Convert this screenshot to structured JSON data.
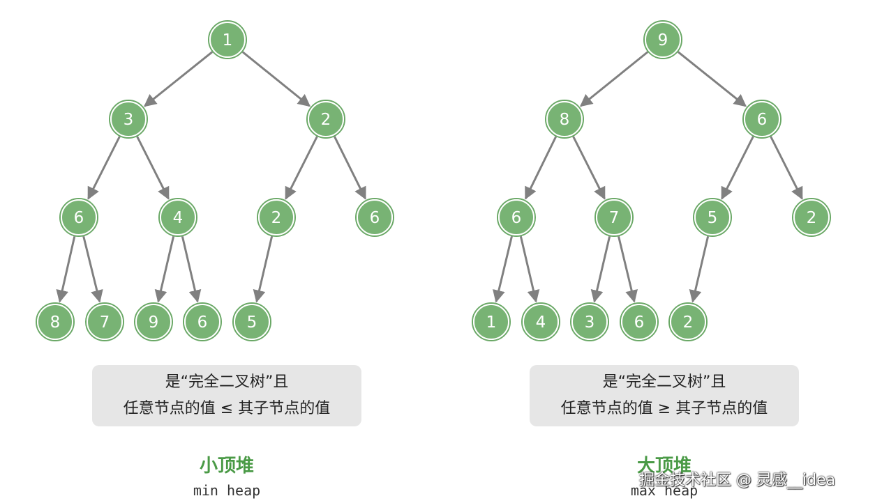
{
  "colors": {
    "node_fill": "#78b374",
    "node_ring": "#6aa866",
    "edge": "#808080",
    "caption_bg": "#e6e6e6",
    "title": "#4a9a46"
  },
  "heaps": [
    {
      "id": "min",
      "values": [
        1,
        3,
        2,
        6,
        4,
        2,
        6,
        8,
        7,
        9,
        6,
        5
      ],
      "caption_line1": "是“完全二叉树”且",
      "caption_line2": "任意节点的值 ≤ 其子节点的值",
      "title": "小顶堆",
      "subtitle": "min heap"
    },
    {
      "id": "max",
      "values": [
        9,
        8,
        6,
        6,
        7,
        5,
        2,
        1,
        4,
        3,
        6,
        2
      ],
      "caption_line1": "是“完全二叉树”且",
      "caption_line2": "任意节点的值 ≥ 其子节点的值",
      "title": "大顶堆",
      "subtitle": "max heap"
    }
  ],
  "watermark": "掘金技术社区 @ 灵感__idea"
}
